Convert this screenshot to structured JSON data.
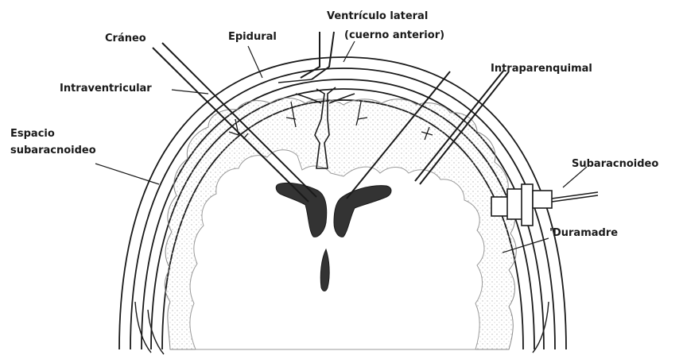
{
  "labels": {
    "craneo": "Cráneo",
    "epidural": "Epidural",
    "ventriculo_lateral_line1": "Ventrículo lateral",
    "ventriculo_lateral_line2": "(cuerno anterior)",
    "intraventricular": "Intraventricular",
    "intraparenquimal": "Intraparenquimal",
    "espacio_line1": "Espacio",
    "espacio_line2": "subaracnoideo",
    "subaracnoideo": "Subaracnoideo",
    "duramadre": "'Duramadre"
  },
  "colors": {
    "ink": "#1a1a1a",
    "background": "#ffffff",
    "tissue_stipple": "#b8b8b8"
  }
}
